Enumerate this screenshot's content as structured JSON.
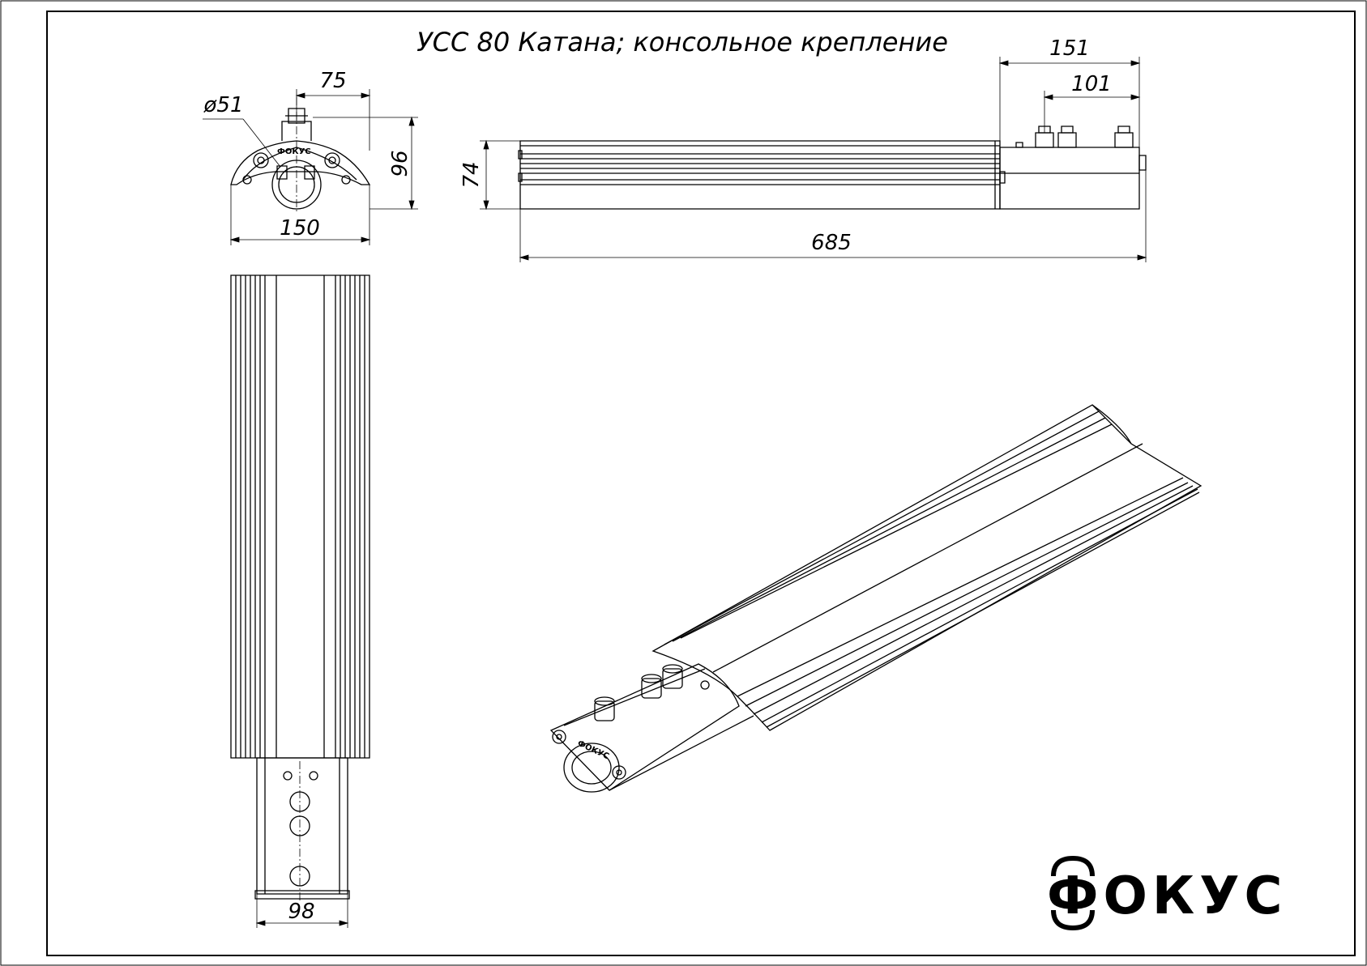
{
  "title": "УСС 80 Катана; консольное крепление",
  "dimensions": {
    "end_view_width": "150",
    "end_view_offset": "75",
    "end_view_height": "96",
    "pipe_diameter": "ø51",
    "side_height": "74",
    "side_length": "685",
    "bracket_length": "151",
    "bracket_bolts": "101",
    "bracket_width": "98"
  },
  "logo": {
    "text": "ФОКУС"
  }
}
